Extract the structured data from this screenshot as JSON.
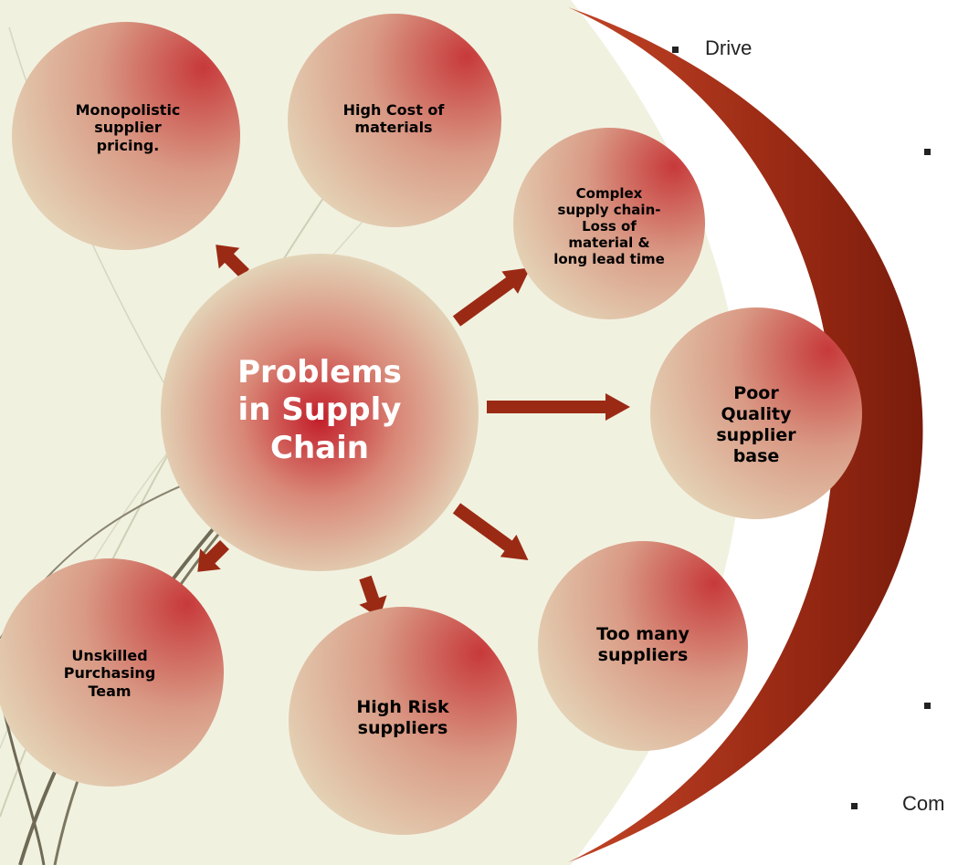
{
  "diagram": {
    "center": {
      "text": "Problems in Supply Chain"
    },
    "nodes": [
      {
        "id": "monopolistic",
        "text": "Monopolistic supplier pricing."
      },
      {
        "id": "high-cost",
        "text": "High Cost of materials"
      },
      {
        "id": "complex-supply-chain",
        "text": "Complex supply chain- Loss of material & long lead time"
      },
      {
        "id": "poor-quality",
        "text": "Poor Quality supplier base"
      },
      {
        "id": "too-many",
        "text": "Too many suppliers"
      },
      {
        "id": "high-risk",
        "text": "High Risk suppliers"
      },
      {
        "id": "unskilled",
        "text": "Unskilled Purchasing Team"
      }
    ]
  },
  "side_text": {
    "top": "Drive",
    "bottom": "Com"
  },
  "colors": {
    "background": "#f1f1e0",
    "node_light": "#e8e0c2",
    "node_mid": "#d79a84",
    "node_dark": "#c0383a",
    "arrow": "#9b2a14",
    "crescent": "#8e2412",
    "center_text": "#ffffff"
  }
}
